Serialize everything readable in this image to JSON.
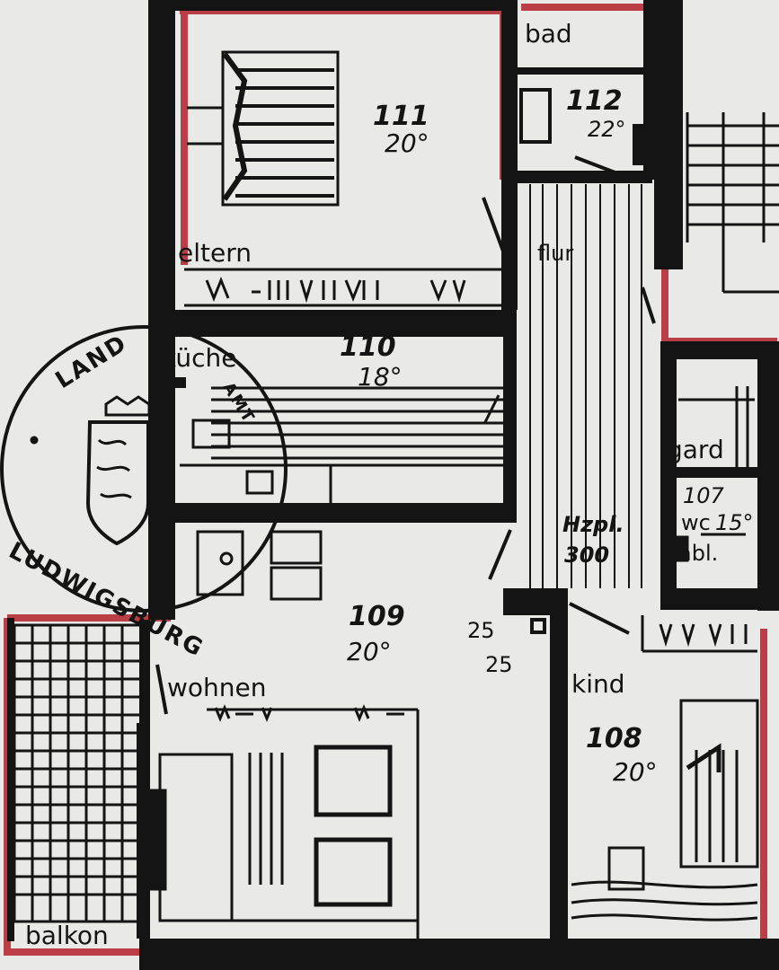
{
  "colors": {
    "paper": "#e9e9e7",
    "wall": "#141414",
    "outline_red": "#b3202a",
    "ink": "#141414"
  },
  "rooms": [
    {
      "key": "eltern",
      "name": "eltern",
      "number": "111",
      "temp": "20°"
    },
    {
      "key": "bad",
      "name": "bad",
      "number": "112",
      "temp": "22°"
    },
    {
      "key": "kueche",
      "name": "küche",
      "number": "110",
      "temp": "18°"
    },
    {
      "key": "flur",
      "name": "flur",
      "number": "",
      "temp": ""
    },
    {
      "key": "wohnen",
      "name": "wohnen",
      "number": "109",
      "temp": "20°"
    },
    {
      "key": "kind",
      "name": "kind",
      "number": "108",
      "temp": "20°"
    },
    {
      "key": "gard",
      "name": "gard",
      "number": "",
      "temp": ""
    },
    {
      "key": "wc",
      "name": "wc",
      "number": "107",
      "temp": "15°"
    },
    {
      "key": "balkon",
      "name": "balkon",
      "number": "",
      "temp": ""
    }
  ],
  "annotations": {
    "heating_label": "Hzpl.",
    "heating_value": "300",
    "wall_thickness_top": "25",
    "wall_thickness_bottom": "25",
    "wc_note": "abl."
  },
  "stamp": {
    "top_text": "LAND",
    "bottom_text": "LUDWIGSBURG",
    "inner_text": "AMT"
  }
}
